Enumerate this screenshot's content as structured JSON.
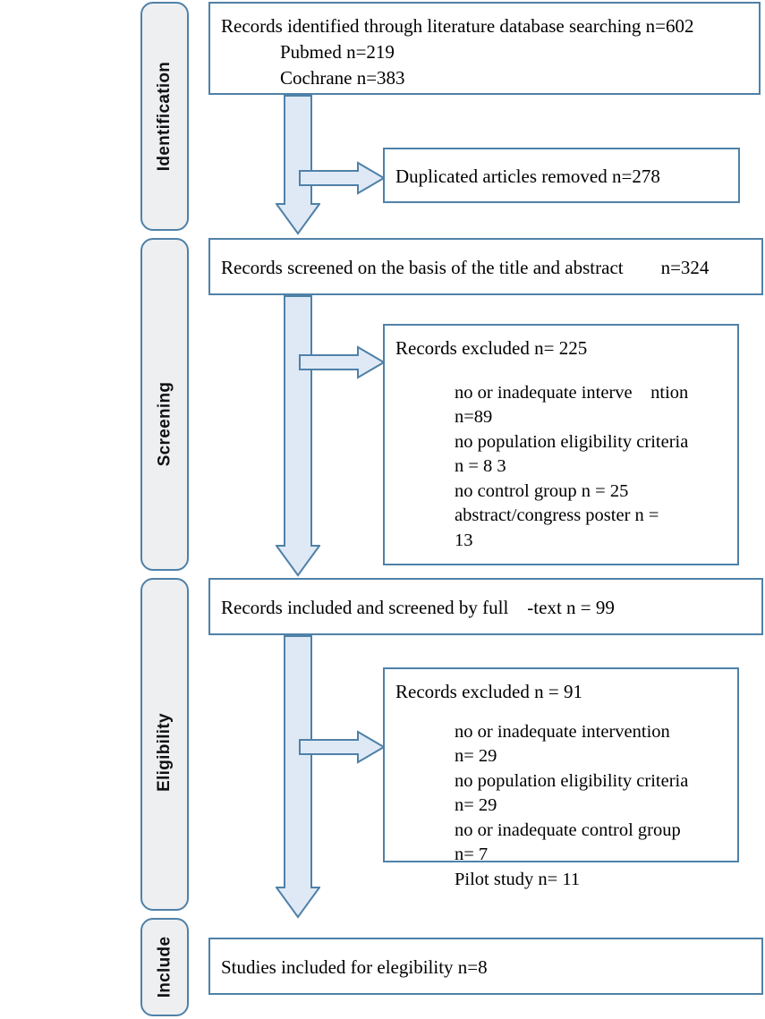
{
  "diagram": {
    "title": "PRISMA study selection flow diagram",
    "colors": {
      "box_border": "#4f81a8",
      "box_fill": "#ffffff",
      "pill_fill": "#eeeff1",
      "arrow_fill": "#dfe9f5",
      "arrow_border": "#4f81a8",
      "text": "#000000"
    },
    "stages": [
      {
        "id": "identification",
        "label": "Identification"
      },
      {
        "id": "screening",
        "label": "Screening"
      },
      {
        "id": "eligibility",
        "label": "Eligibility"
      },
      {
        "id": "include",
        "label": "Include"
      }
    ],
    "nodes": {
      "identified": {
        "line1": "Records identified through literature database searching n=602",
        "line2": "Pubmed n=219",
        "line3": "Cochrane n=383"
      },
      "duplicates": {
        "text": "Duplicated articles removed n=278"
      },
      "screened": {
        "text": "Records screened on the basis of the title and abstract        n=324"
      },
      "excluded_screening": {
        "heading": "Records excluded n= 225",
        "reasons": "no or inadequate interve    ntion\nn=89\nno population eligibility criteria\nn = 8 3\nno control group n = 25\nabstract/congress poster n =\n13"
      },
      "fulltext": {
        "text": "Records included and screened by full    -text n = 99"
      },
      "excluded_eligibility": {
        "heading": "Records excluded n = 91",
        "reasons": "no or inadequate intervention\nn= 29\nno population eligibility criteria\nn= 29\nno or inadequate control group\nn= 7\nPilot study n= 11"
      },
      "included": {
        "text": "Studies included for elegibility n=8"
      }
    },
    "counts": {
      "records_identified_total": 602,
      "pubmed": 219,
      "cochrane": 383,
      "duplicates_removed": 278,
      "records_screened": 324,
      "excluded_after_screening": 225,
      "excluded_no_intervention": 89,
      "excluded_no_population_criteria": 83,
      "excluded_no_control_group": 25,
      "excluded_abstract_poster": 13,
      "full_text_assessed": 99,
      "excluded_after_fulltext": 91,
      "ft_excluded_no_intervention": 29,
      "ft_excluded_no_population_criteria": 29,
      "ft_excluded_no_control_group": 7,
      "ft_excluded_pilot_study": 11,
      "studies_included": 8
    }
  }
}
